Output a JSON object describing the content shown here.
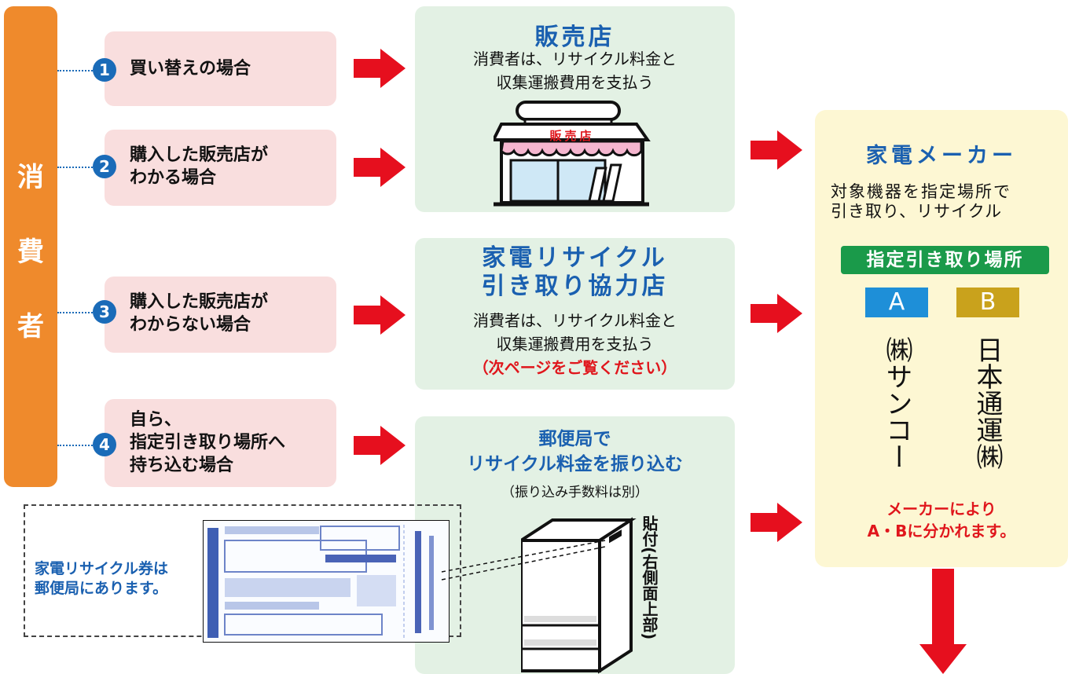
{
  "consumer": {
    "chars": [
      "消",
      "費",
      "者"
    ]
  },
  "cases": [
    {
      "number": "1",
      "lines": [
        "買い替えの場合"
      ]
    },
    {
      "number": "2",
      "lines": [
        "購入した販売店が",
        "わかる場合"
      ]
    },
    {
      "number": "3",
      "lines": [
        "購入した販売店が",
        "わからない場合"
      ]
    },
    {
      "number": "4",
      "lines": [
        "自ら、",
        "指定引き取り場所へ",
        "持ち込む場合"
      ]
    }
  ],
  "retailer": {
    "title": "販売店",
    "lines": [
      "消費者は、リサイクル料金と",
      "収集運搬費用を支払う"
    ],
    "shop_sign": "販売店"
  },
  "partner": {
    "title_lines": [
      "家電リサイクル",
      "引き取り協力店"
    ],
    "lines": [
      "消費者は、リサイクル料金と",
      "収集運搬費用を支払う"
    ],
    "note": "（次ページをご覧ください）"
  },
  "post_office": {
    "title_lines": [
      "郵便局で",
      "リサイクル料金を振り込む"
    ],
    "note": "（振り込み手数料は別）",
    "sticker_label": "貼付(右側面上部)"
  },
  "ticket": {
    "lines": [
      "家電リサイクル券は",
      "郵便局にあります。"
    ]
  },
  "maker": {
    "title": "家電メーカー",
    "lines": [
      "対象機器を指定場所で",
      "引き取り、リサイクル"
    ],
    "designated_label": "指定引き取り場所",
    "sites": [
      {
        "tag": "A",
        "name": "㈱サンコー",
        "color": "#1e8fd8"
      },
      {
        "tag": "B",
        "name": "日本通運㈱",
        "color": "#c9a21c"
      }
    ],
    "note_lines": [
      "メーカーにより",
      "A・Bに分かれます。"
    ]
  },
  "colors": {
    "orange": "#ef8a2c",
    "pink": "#f9dede",
    "green": "#e3f1e4",
    "cream": "#fdf7d3",
    "red_arrow": "#e60f1e",
    "blue": "#1a60b0",
    "label_green": "#1a9a4a"
  }
}
